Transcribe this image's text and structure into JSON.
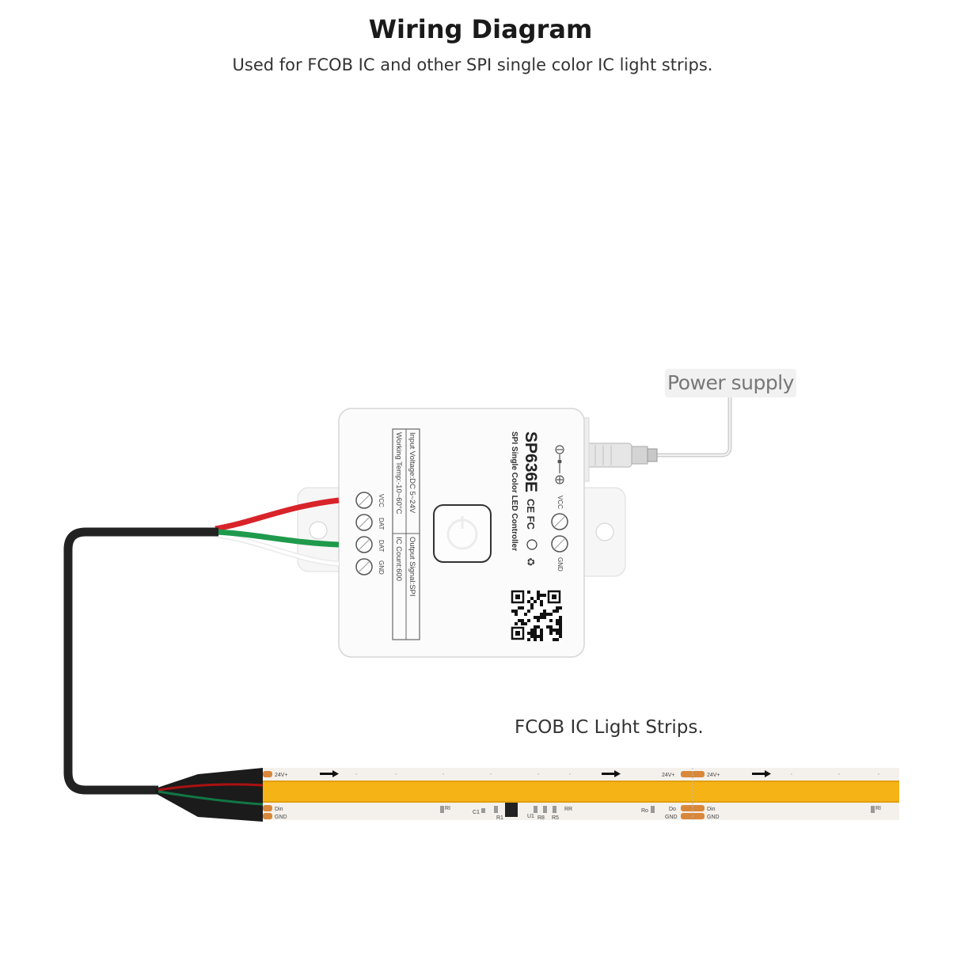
{
  "header": {
    "title": "Wiring Diagram",
    "subtitle": "Used for FCOB IC and other SPI single color IC light strips."
  },
  "power_supply": {
    "label": "Power supply"
  },
  "controller": {
    "model": "SP636E",
    "description": "SPI Single Color LED Controller",
    "cert_marks": "CE FC",
    "spec_input_voltage": "Input Voltage:DC 5~24V",
    "spec_working_temp": "Working Temp:-10~60°C",
    "spec_output_signal": "Output Signal:SPI",
    "spec_ic_count": "IC Count:600",
    "output_terminals": [
      "VCC",
      "DAT",
      "DAT",
      "GND"
    ],
    "input_terminals": [
      "VCC",
      "GND"
    ]
  },
  "strip": {
    "caption": "FCOB IC Light Strips.",
    "pad_labels": {
      "v24": "24V+",
      "din": "Din",
      "gnd": "GND",
      "do": "Do",
      "ro": "Ro",
      "c1": "C1",
      "r1": "R1",
      "u1": "U1",
      "r8": "R8",
      "r5": "R5",
      "rr": "RR",
      "ri": "RI"
    }
  },
  "colors": {
    "wire_red": "#d8232a",
    "wire_green": "#1f9a4c",
    "cable_black": "#222222",
    "strip_yellow": "#f5b316",
    "copper_pad": "#d9873a"
  }
}
